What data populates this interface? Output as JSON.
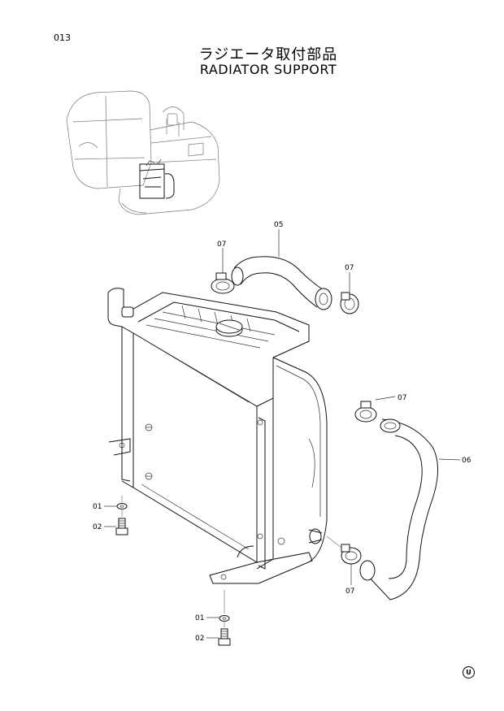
{
  "header": {
    "page_number": "013",
    "title_jp": "ラジエータ取付部品",
    "title_en": "RADIATOR SUPPORT"
  },
  "callouts": {
    "c05": "05",
    "c06": "06",
    "c07_a": "07",
    "c07_b": "07",
    "c07_c": "07",
    "c07_d": "07",
    "c01_a": "01",
    "c02_a": "02",
    "c01_b": "01",
    "c02_b": "02"
  },
  "footer": {
    "mark": "U"
  }
}
